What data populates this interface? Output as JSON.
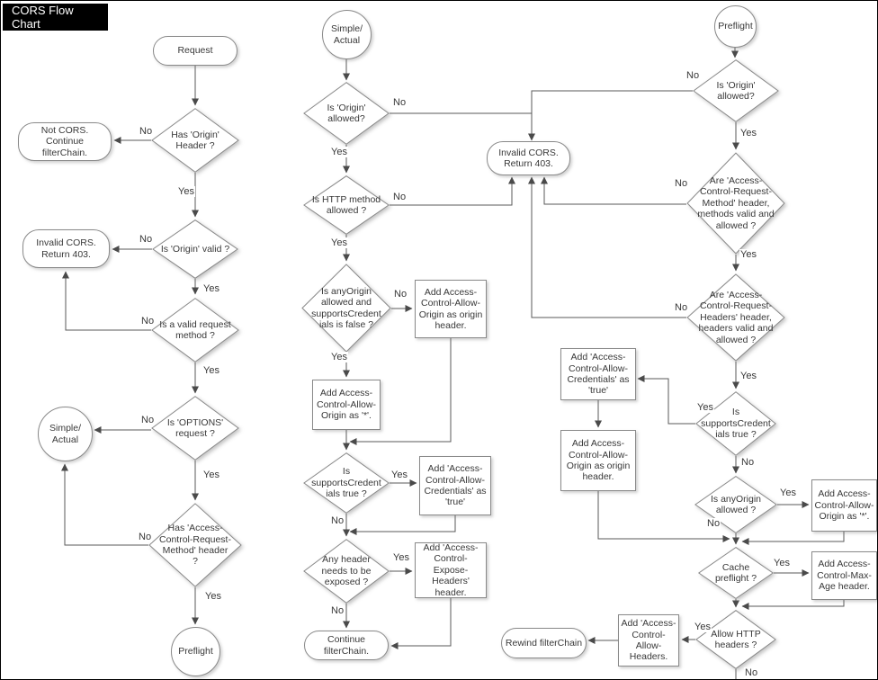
{
  "title": "CORS Flow Chart",
  "edge_labels": {
    "yes": "Yes",
    "no": "No"
  },
  "nodes": {
    "request": "Request",
    "has_origin": "Has 'Origin'\nHeader ?",
    "not_cors": "Not CORS. Continue\nfilterChain.",
    "origin_valid": "Is 'Origin' valid ?",
    "invalid_cors_1": "Invalid CORS.\nReturn 403.",
    "valid_method": "Is a valid request\nmethod ?",
    "simple_actual_1": "Simple/\nActual",
    "options_request": "Is 'OPTIONS'\nrequest ?",
    "has_acrm": "Has 'Access-\nControl-Request-\nMethod' header\n?",
    "preflight_1": "Preflight",
    "simple_actual_2": "Simple/\nActual",
    "origin_allowed_sa": "Is 'Origin'\nallowed?",
    "invalid_cors_2": "Invalid CORS.\nReturn 403.",
    "http_method_allowed": "Is HTTP method\nallowed ?",
    "anyorigin_and_cred": "Is anyOrigin\nallowed and\nsupportsCredent\nials is false ?",
    "add_acao_origin_sa": "Add Access-\nControl-Allow-\nOrigin as origin\nheader.",
    "add_acao_star_sa": "Add Access-\nControl-Allow-\nOrigin as '*'.",
    "supports_cred_sa": "Is\nsupportsCredent\nials true ?",
    "add_acac_sa": "Add 'Access-\nControl-Allow-\nCredentials' as\n'true'",
    "any_header_exposed": "Any header\nneeds to be\nexposed ?",
    "add_expose_headers": "Add 'Access-\nControl-Expose-\nHeaders' header.",
    "continue_chain": "Continue filterChain.",
    "preflight_2": "Preflight",
    "origin_allowed_pf": "Is 'Origin'\nallowed?",
    "acrm_valid": "Are 'Access-\nControl-Request-\nMethod' header,\nmethods valid and\nallowed ?",
    "acrh_valid": "Are 'Access-\nControl-Request-\nHeaders' header,\nheaders valid and\nallowed ?",
    "supports_cred_pf": "Is\nsupportsCredent\nials true ?",
    "add_acac_pf": "Add 'Access-\nControl-Allow-\nCredentials' as\n'true'",
    "add_acao_origin_pf": "Add Access-\nControl-Allow-\nOrigin as origin\nheader.",
    "anyorigin_pf": "Is anyOrigin\nallowed ?",
    "add_acao_star_pf": "Add Access-\nControl-Allow-\nOrigin as '*'.",
    "cache_preflight": "Cache\npreflight ?",
    "add_max_age": "Add Access-\nControl-Max-\nAge header.",
    "allow_http_headers": "Allow HTTP\nheaders ?",
    "add_allow_headers": "Add 'Access-\nControl-\nAllow-\nHeaders.",
    "rewind_chain": "Rewind filterChain"
  }
}
